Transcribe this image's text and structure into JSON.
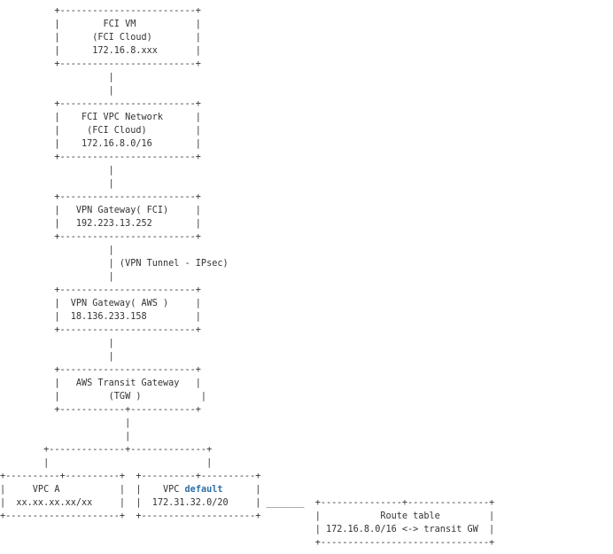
{
  "diagram": {
    "lines": [
      "          +-------------------------+",
      "          |        FCI VM           |",
      "          |      (FCI Cloud)        |",
      "          |      172.16.8.xxx       |",
      "          +-------------------------+",
      "                    |",
      "                    |",
      "          +-------------------------+",
      "          |    FCI VPC Network      |",
      "          |     (FCI Cloud)         |",
      "          |    172.16.8.0/16        |",
      "          +-------------------------+",
      "                    |",
      "                    |",
      "          +-------------------------+",
      "          |   VPN Gateway( FCI)     |",
      "          |   192.223.13.252        |",
      "          +-------------------------+",
      "                    |",
      "                    | (VPN Tunnel - IPsec)",
      "                    |",
      "          +-------------------------+",
      "          |  VPN Gateway( AWS )     |",
      "          |  18.136.233.158         |",
      "          +-------------------------+",
      "                    |",
      "                    |",
      "          +-------------------------+",
      "          |   AWS Transit Gateway   |",
      "          |         (TGW )           |",
      "          +------------+------------+",
      "                       |",
      "                       |",
      "        +--------------+--------------+",
      "        |                             |",
      "+----------+----------+  +----------+----------+",
      "|     VPC A           |  |    VPC default      |",
      "|  xx.xx.xx.xx/xx     |  |  172.31.32.0/20     | _______  +---------------+---------------+",
      "+---------------------+  +---------------------+          |           Route table         |",
      "                                                          | 172.16.8.0/16 <-> transit GW  |",
      "                                                          +-------------------------------+"
    ],
    "highlight_word": "default"
  }
}
